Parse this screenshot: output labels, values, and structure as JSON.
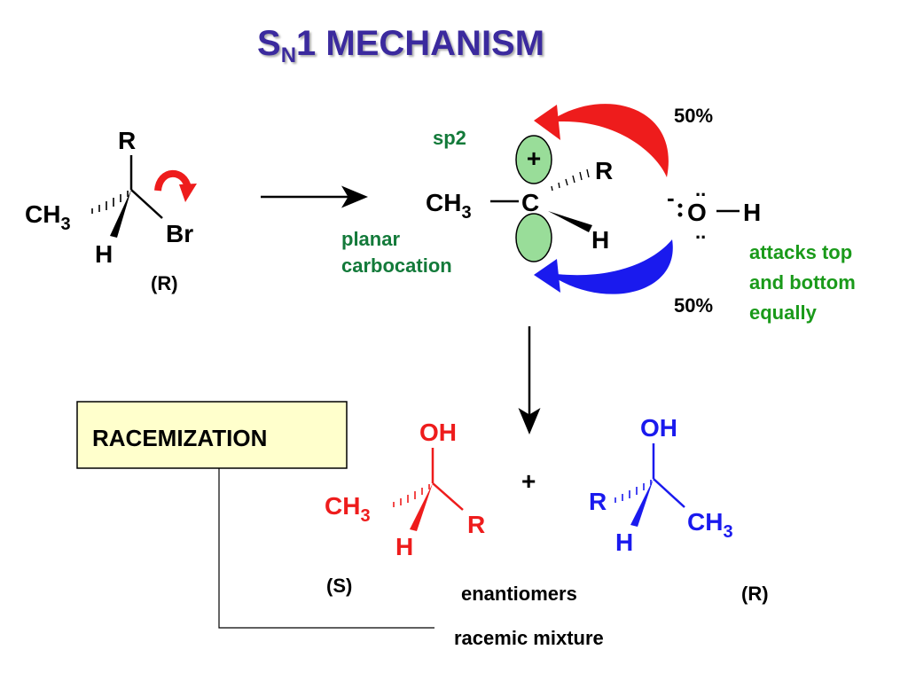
{
  "title": {
    "s": "S",
    "n": "N",
    "rest": "1 MECHANISM"
  },
  "colors": {
    "title": "#3a2a9e",
    "black": "#000000",
    "red": "#ee1c1c",
    "blue": "#1a1aee",
    "green_text": "#137a3a",
    "green_bright": "#1a9a1a",
    "lobe_fill": "#99dd99",
    "box_fill": "#ffffcc"
  },
  "reactant": {
    "top": "R",
    "methyl_base": "CH",
    "methyl_sub": "3",
    "h": "H",
    "leaving": "Br",
    "config": "(R)"
  },
  "carbocation": {
    "hybrid": "sp2",
    "plus": "+",
    "methyl_base": "CH",
    "methyl_sub": "3",
    "center": "C",
    "r": "R",
    "h": "H",
    "planar_line1": "planar",
    "planar_line2": "carbocation"
  },
  "nucleophile": {
    "charge": "-",
    "lone_pair": "..",
    "o": "O",
    "h": "H",
    "top_pct": "50%",
    "bottom_pct": "50%",
    "attack_line1": "attacks top",
    "attack_line2": "and bottom",
    "attack_line3": "equally"
  },
  "box": {
    "label": "RACEMIZATION"
  },
  "product_s": {
    "oh": "OH",
    "methyl_base": "CH",
    "methyl_sub": "3",
    "r": "R",
    "h": "H",
    "config": "(S)"
  },
  "plus": "+",
  "product_r": {
    "oh": "OH",
    "r": "R",
    "methyl_base": "CH",
    "methyl_sub": "3",
    "h": "H",
    "config": "(R)"
  },
  "enantiomers": "enantiomers",
  "racemic": "racemic mixture"
}
